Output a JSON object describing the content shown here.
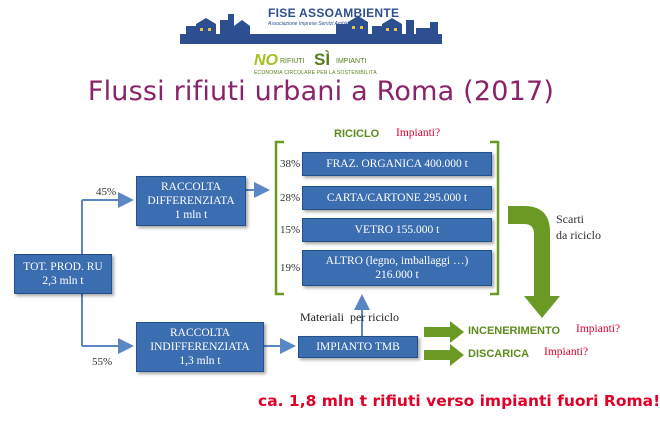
{
  "header": {
    "org_name": "FISE ASSOAMBIENTE",
    "org_subtitle": "Associazione Imprese Servizi Ambientali",
    "campaign_no": "NO",
    "campaign_rifiuti": "RIFIUTI",
    "campaign_si": "SÌ",
    "campaign_impianti": "IMPIANTI",
    "campaign_tagline": "ECONOMIA CIRCOLARE PER LA SOSTENIBILITÀ"
  },
  "title": "Flussi rifiuti urbani a Roma (2017)",
  "diagram": {
    "total": {
      "line1": "TOT. PROD. RU",
      "line2": "2,3 mln t"
    },
    "separate": {
      "line1": "RACCOLTA",
      "line2": "DIFFERENZIATA",
      "line3": "1 mln t",
      "share": "45%"
    },
    "mixed": {
      "line1": "RACCOLTA",
      "line2": "INDIFFERENZIATA",
      "line3": "1,3 mln t",
      "share": "55%"
    },
    "recycling_label": "RICICLO",
    "recycling_plants_question": "Impianti?",
    "recycling_items": [
      {
        "pct": "38%",
        "label": "FRAZ. ORGANICA 400.000 t"
      },
      {
        "pct": "28%",
        "label": "CARTA/CARTONE 295.000 t"
      },
      {
        "pct": "15%",
        "label": "VETRO  155.000 t"
      },
      {
        "pct": "19%",
        "label": "ALTRO (legno, imballaggi …)",
        "label2": "216.000 t"
      }
    ],
    "recycling_waste_label_1": "Scarti",
    "recycling_waste_label_2": "da riciclo",
    "tmb": "IMPIANTO TMB",
    "materials_label": "Materiali  per riciclo",
    "incineration": "INCENERIMENTO",
    "incineration_question": "Impianti?",
    "landfill": "DISCARICA",
    "landfill_question": "Impianti?"
  },
  "footer_note": "ca. 1,8 mln t rifiuti verso impianti fuori Roma!",
  "colors": {
    "box_blue": "#3b6eb0",
    "title_purple": "#8a2368",
    "accent_green": "#6a9a24",
    "alert_red": "#e0002a"
  }
}
